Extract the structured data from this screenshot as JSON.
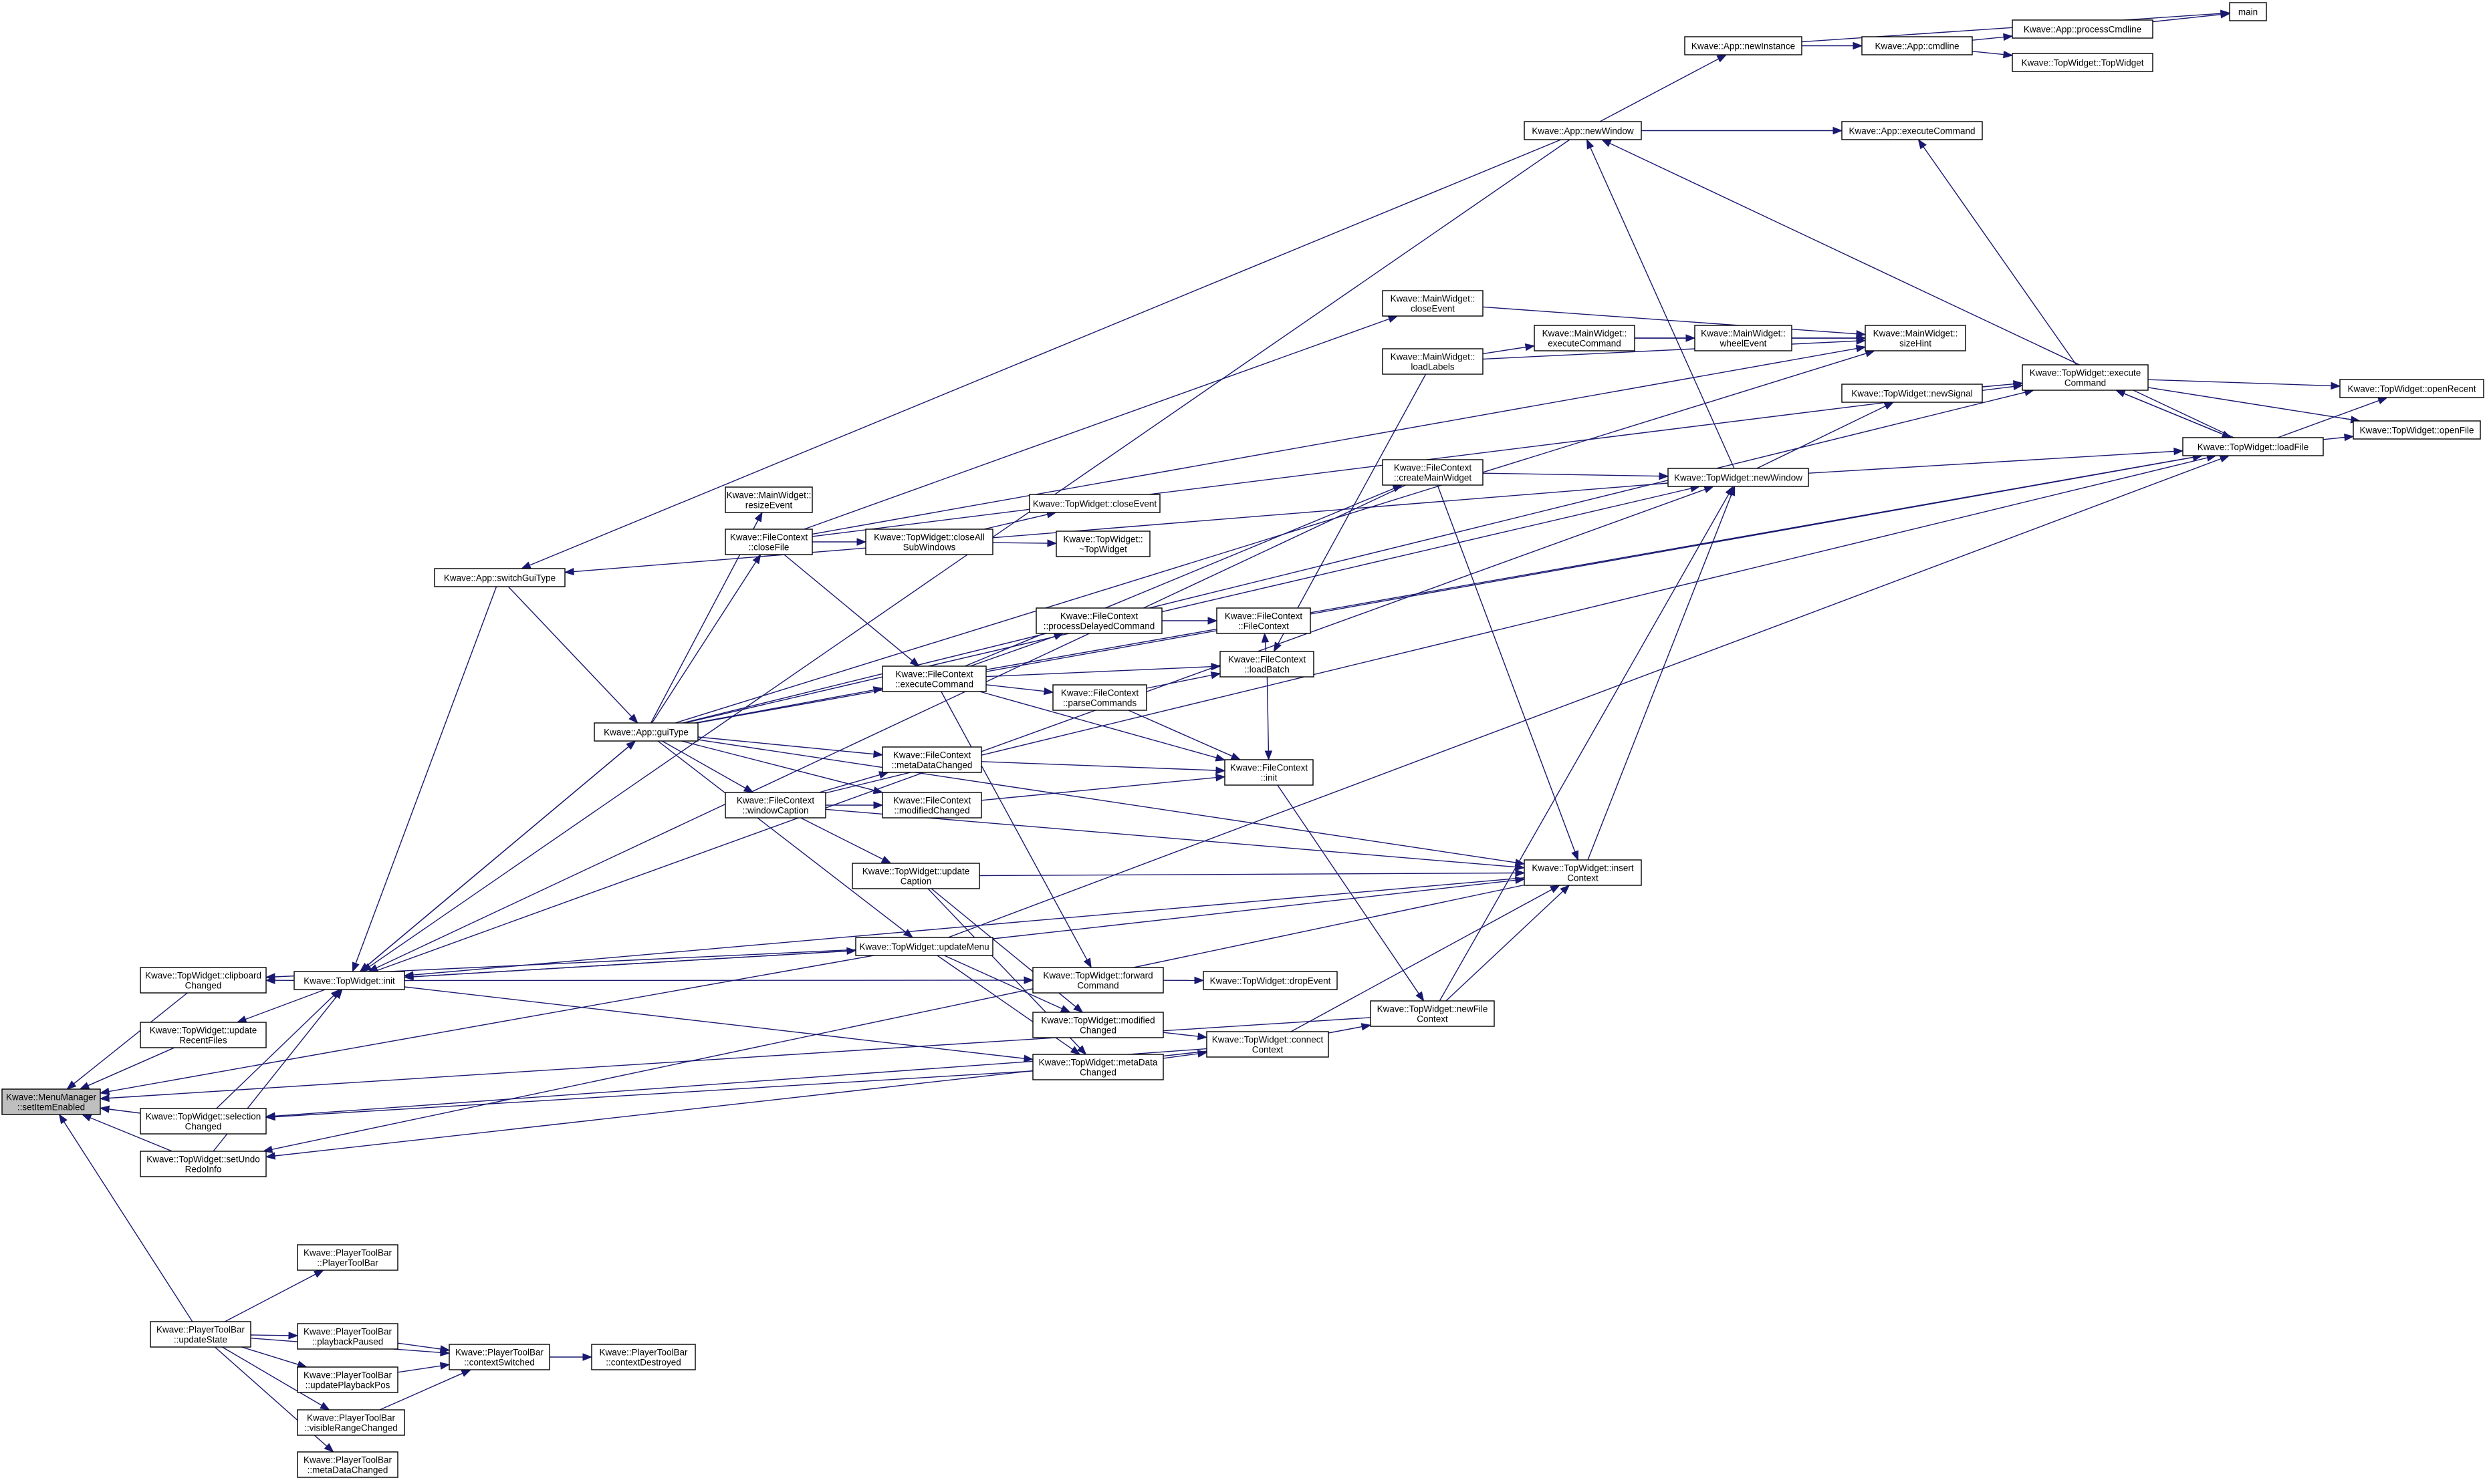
{
  "graph": {
    "colors": {
      "edge": "#191970",
      "node_border": "#000000",
      "highlight_fill": "#bfbfbf",
      "background": "#ffffff"
    },
    "nodes": [
      {
        "id": "n_setItemEnabled",
        "lines": [
          "Kwave::MenuManager",
          "::setItemEnabled"
        ],
        "highlight": true
      },
      {
        "id": "n_clipboardChanged",
        "lines": [
          "Kwave::TopWidget::clipboard",
          "Changed"
        ]
      },
      {
        "id": "n_updateRecentFiles",
        "lines": [
          "Kwave::TopWidget::update",
          "RecentFiles"
        ]
      },
      {
        "id": "n_selectionChanged",
        "lines": [
          "Kwave::TopWidget::selection",
          "Changed"
        ]
      },
      {
        "id": "n_setUndoRedoInfo",
        "lines": [
          "Kwave::TopWidget::setUndo",
          "RedoInfo"
        ]
      },
      {
        "id": "n_ptb_updateState",
        "lines": [
          "Kwave::PlayerToolBar",
          "::updateState"
        ]
      },
      {
        "id": "n_tw_init",
        "lines": [
          "Kwave::TopWidget::init"
        ]
      },
      {
        "id": "n_switchGuiType",
        "lines": [
          "Kwave::App::switchGuiType"
        ]
      },
      {
        "id": "n_guiType",
        "lines": [
          "Kwave::App::guiType"
        ]
      },
      {
        "id": "n_mw_resizeEvent",
        "lines": [
          "Kwave::MainWidget::",
          "resizeEvent"
        ]
      },
      {
        "id": "n_fc_closeFile",
        "lines": [
          "Kwave::FileContext",
          "::closeFile"
        ]
      },
      {
        "id": "n_fc_windowCaption",
        "lines": [
          "Kwave::FileContext",
          "::windowCaption"
        ]
      },
      {
        "id": "n_tw_closeAllSubWindows",
        "lines": [
          "Kwave::TopWidget::closeAll",
          "SubWindows"
        ]
      },
      {
        "id": "n_tw_closeEvent",
        "lines": [
          "Kwave::TopWidget::closeEvent"
        ]
      },
      {
        "id": "n_tw_dtor",
        "lines": [
          "Kwave::TopWidget::",
          "~TopWidget"
        ]
      },
      {
        "id": "n_fc_executeCommand",
        "lines": [
          "Kwave::FileContext",
          "::executeCommand"
        ]
      },
      {
        "id": "n_fc_metaDataChanged",
        "lines": [
          "Kwave::FileContext",
          "::metaDataChanged"
        ]
      },
      {
        "id": "n_fc_modifiedChanged",
        "lines": [
          "Kwave::FileContext",
          "::modifiedChanged"
        ]
      },
      {
        "id": "n_tw_updateCaption",
        "lines": [
          "Kwave::TopWidget::update",
          "Caption"
        ]
      },
      {
        "id": "n_tw_updateMenu",
        "lines": [
          "Kwave::TopWidget::updateMenu"
        ]
      },
      {
        "id": "n_fc_processDelayedCommand",
        "lines": [
          "Kwave::FileContext",
          "::processDelayedCommand"
        ]
      },
      {
        "id": "n_fc_parseCommands",
        "lines": [
          "Kwave::FileContext",
          "::parseCommands"
        ]
      },
      {
        "id": "n_fc_ctor",
        "lines": [
          "Kwave::FileContext",
          "::FileContext"
        ]
      },
      {
        "id": "n_fc_loadBatch",
        "lines": [
          "Kwave::FileContext",
          "::loadBatch"
        ]
      },
      {
        "id": "n_fc_init",
        "lines": [
          "Kwave::FileContext",
          "::init"
        ]
      },
      {
        "id": "n_tw_forwardCommand",
        "lines": [
          "Kwave::TopWidget::forward",
          "Command"
        ]
      },
      {
        "id": "n_tw_dropEvent",
        "lines": [
          "Kwave::TopWidget::dropEvent"
        ]
      },
      {
        "id": "n_tw_modifiedChanged",
        "lines": [
          "Kwave::TopWidget::modified",
          "Changed"
        ]
      },
      {
        "id": "n_tw_metaDataChanged",
        "lines": [
          "Kwave::TopWidget::metaData",
          "Changed"
        ]
      },
      {
        "id": "n_tw_connectContext",
        "lines": [
          "Kwave::TopWidget::connect",
          "Context"
        ]
      },
      {
        "id": "n_tw_newFileContext",
        "lines": [
          "Kwave::TopWidget::newFile",
          "Context"
        ]
      },
      {
        "id": "n_tw_insertContext",
        "lines": [
          "Kwave::TopWidget::insert",
          "Context"
        ]
      },
      {
        "id": "n_mw_closeEvent",
        "lines": [
          "Kwave::MainWidget::",
          "closeEvent"
        ]
      },
      {
        "id": "n_mw_loadLabels",
        "lines": [
          "Kwave::MainWidget::",
          "loadLabels"
        ]
      },
      {
        "id": "n_mw_executeCommand",
        "lines": [
          "Kwave::MainWidget::",
          "executeCommand"
        ]
      },
      {
        "id": "n_mw_wheelEvent",
        "lines": [
          "Kwave::MainWidget::",
          "wheelEvent"
        ]
      },
      {
        "id": "n_mw_sizeHint",
        "lines": [
          "Kwave::MainWidget::",
          "sizeHint"
        ]
      },
      {
        "id": "n_fc_createMainWidget",
        "lines": [
          "Kwave::FileContext",
          "::createMainWidget"
        ]
      },
      {
        "id": "n_tw_newWindow",
        "lines": [
          "Kwave::TopWidget::newWindow"
        ]
      },
      {
        "id": "n_tw_newSignal",
        "lines": [
          "Kwave::TopWidget::newSignal"
        ]
      },
      {
        "id": "n_tw_executeCommand",
        "lines": [
          "Kwave::TopWidget::execute",
          "Command"
        ]
      },
      {
        "id": "n_tw_loadFile",
        "lines": [
          "Kwave::TopWidget::loadFile"
        ]
      },
      {
        "id": "n_tw_openRecent",
        "lines": [
          "Kwave::TopWidget::openRecent"
        ]
      },
      {
        "id": "n_tw_openFile",
        "lines": [
          "Kwave::TopWidget::openFile"
        ]
      },
      {
        "id": "n_app_newWindow",
        "lines": [
          "Kwave::App::newWindow"
        ]
      },
      {
        "id": "n_app_executeCommand",
        "lines": [
          "Kwave::App::executeCommand"
        ]
      },
      {
        "id": "n_app_newInstance",
        "lines": [
          "Kwave::App::newInstance"
        ]
      },
      {
        "id": "n_app_cmdline",
        "lines": [
          "Kwave::App::cmdline"
        ]
      },
      {
        "id": "n_app_processCmdline",
        "lines": [
          "Kwave::App::processCmdline"
        ]
      },
      {
        "id": "n_tw_ctor",
        "lines": [
          "Kwave::TopWidget::TopWidget"
        ]
      },
      {
        "id": "n_main",
        "lines": [
          "main"
        ]
      },
      {
        "id": "n_ptb_ctor",
        "lines": [
          "Kwave::PlayerToolBar",
          "::PlayerToolBar"
        ]
      },
      {
        "id": "n_ptb_playbackPaused",
        "lines": [
          "Kwave::PlayerToolBar",
          "::playbackPaused"
        ]
      },
      {
        "id": "n_ptb_updatePlaybackPos",
        "lines": [
          "Kwave::PlayerToolBar",
          "::updatePlaybackPos"
        ]
      },
      {
        "id": "n_ptb_visibleRangeChanged",
        "lines": [
          "Kwave::PlayerToolBar",
          "::visibleRangeChanged"
        ]
      },
      {
        "id": "n_ptb_metaDataChanged",
        "lines": [
          "Kwave::PlayerToolBar",
          "::metaDataChanged"
        ]
      },
      {
        "id": "n_ptb_contextSwitched",
        "lines": [
          "Kwave::PlayerToolBar",
          "::contextSwitched"
        ]
      },
      {
        "id": "n_ptb_contextDestroyed",
        "lines": [
          "Kwave::PlayerToolBar",
          "::contextDestroyed"
        ]
      }
    ],
    "edges": [
      [
        "n_clipboardChanged",
        "n_setItemEnabled"
      ],
      [
        "n_updateRecentFiles",
        "n_setItemEnabled"
      ],
      [
        "n_selectionChanged",
        "n_setItemEnabled"
      ],
      [
        "n_setUndoRedoInfo",
        "n_setItemEnabled"
      ],
      [
        "n_ptb_updateState",
        "n_setItemEnabled"
      ],
      [
        "n_tw_updateMenu",
        "n_setItemEnabled"
      ],
      [
        "n_tw_newFileContext",
        "n_setItemEnabled"
      ],
      [
        "n_tw_init",
        "n_clipboardChanged"
      ],
      [
        "n_tw_updateMenu",
        "n_clipboardChanged"
      ],
      [
        "n_tw_init",
        "n_updateRecentFiles"
      ],
      [
        "n_tw_connectContext",
        "n_selectionChanged"
      ],
      [
        "n_tw_metaDataChanged",
        "n_selectionChanged"
      ],
      [
        "n_tw_connectContext",
        "n_setUndoRedoInfo"
      ],
      [
        "n_tw_insertContext",
        "n_setUndoRedoInfo"
      ],
      [
        "n_guiType",
        "n_tw_init"
      ],
      [
        "n_switchGuiType",
        "n_tw_init"
      ],
      [
        "n_app_newWindow",
        "n_tw_init"
      ],
      [
        "n_fc_createMainWidget",
        "n_tw_init"
      ],
      [
        "n_tw_insertContext",
        "n_tw_init"
      ],
      [
        "n_selectionChanged",
        "n_tw_init"
      ],
      [
        "n_setUndoRedoInfo",
        "n_tw_init"
      ],
      [
        "n_tw_updateMenu",
        "n_tw_init"
      ],
      [
        "n_tw_init",
        "n_tw_updateMenu"
      ],
      [
        "n_tw_init",
        "n_tw_forwardCommand"
      ],
      [
        "n_tw_init",
        "n_tw_metaDataChanged"
      ],
      [
        "n_tw_init",
        "n_tw_newWindow"
      ],
      [
        "n_app_newWindow",
        "n_switchGuiType"
      ],
      [
        "n_tw_newWindow",
        "n_switchGuiType"
      ],
      [
        "n_switchGuiType",
        "n_guiType"
      ],
      [
        "n_tw_init",
        "n_guiType"
      ],
      [
        "n_guiType",
        "n_mw_resizeEvent"
      ],
      [
        "n_guiType",
        "n_fc_closeFile"
      ],
      [
        "n_guiType",
        "n_fc_windowCaption"
      ],
      [
        "n_guiType",
        "n_fc_metaDataChanged"
      ],
      [
        "n_guiType",
        "n_fc_modifiedChanged"
      ],
      [
        "n_guiType",
        "n_tw_updateMenu"
      ],
      [
        "n_guiType",
        "n_fc_executeCommand"
      ],
      [
        "n_guiType",
        "n_tw_executeCommand"
      ],
      [
        "n_guiType",
        "n_tw_loadFile"
      ],
      [
        "n_guiType",
        "n_tw_insertContext"
      ],
      [
        "n_guiType",
        "n_tw_newWindow"
      ],
      [
        "n_guiType",
        "n_mw_sizeHint"
      ],
      [
        "n_fc_closeFile",
        "n_tw_closeAllSubWindows"
      ],
      [
        "n_tw_closeAllSubWindows",
        "n_tw_closeEvent"
      ],
      [
        "n_tw_closeAllSubWindows",
        "n_tw_dtor"
      ],
      [
        "n_fc_closeFile",
        "n_fc_executeCommand"
      ],
      [
        "n_fc_closeFile",
        "n_mw_closeEvent"
      ],
      [
        "n_fc_closeFile",
        "n_mw_sizeHint"
      ],
      [
        "n_fc_closeFile",
        "n_tw_executeCommand"
      ],
      [
        "n_fc_windowCaption",
        "n_fc_metaDataChanged"
      ],
      [
        "n_fc_windowCaption",
        "n_fc_modifiedChanged"
      ],
      [
        "n_fc_windowCaption",
        "n_tw_updateCaption"
      ],
      [
        "n_fc_windowCaption",
        "n_tw_insertContext"
      ],
      [
        "n_fc_windowCaption",
        "n_tw_loadFile"
      ],
      [
        "n_fc_executeCommand",
        "n_fc_processDelayedCommand"
      ],
      [
        "n_fc_executeCommand",
        "n_fc_parseCommands"
      ],
      [
        "n_fc_executeCommand",
        "n_fc_loadBatch"
      ],
      [
        "n_fc_executeCommand",
        "n_fc_init"
      ],
      [
        "n_fc_executeCommand",
        "n_tw_forwardCommand"
      ],
      [
        "n_fc_executeCommand",
        "n_fc_createMainWidget"
      ],
      [
        "n_fc_executeCommand",
        "n_tw_loadFile"
      ],
      [
        "n_fc_processDelayedCommand",
        "n_fc_ctor"
      ],
      [
        "n_fc_parseCommands",
        "n_fc_loadBatch"
      ],
      [
        "n_fc_parseCommands",
        "n_fc_init"
      ],
      [
        "n_fc_loadBatch",
        "n_fc_ctor"
      ],
      [
        "n_fc_loadBatch",
        "n_fc_init"
      ],
      [
        "n_fc_metaDataChanged",
        "n_fc_init"
      ],
      [
        "n_fc_modifiedChanged",
        "n_fc_init"
      ],
      [
        "n_fc_init",
        "n_tw_newFileContext"
      ],
      [
        "n_tw_updateCaption",
        "n_tw_modifiedChanged"
      ],
      [
        "n_tw_updateCaption",
        "n_tw_metaDataChanged"
      ],
      [
        "n_tw_updateCaption",
        "n_tw_insertContext"
      ],
      [
        "n_tw_updateMenu",
        "n_tw_modifiedChanged"
      ],
      [
        "n_tw_updateMenu",
        "n_tw_metaDataChanged"
      ],
      [
        "n_tw_updateMenu",
        "n_tw_insertContext"
      ],
      [
        "n_tw_updateMenu",
        "n_tw_loadFile"
      ],
      [
        "n_tw_forwardCommand",
        "n_tw_dropEvent"
      ],
      [
        "n_tw_modifiedChanged",
        "n_tw_connectContext"
      ],
      [
        "n_tw_metaDataChanged",
        "n_tw_connectContext"
      ],
      [
        "n_tw_connectContext",
        "n_tw_newFileContext"
      ],
      [
        "n_tw_connectContext",
        "n_tw_insertContext"
      ],
      [
        "n_tw_newFileContext",
        "n_tw_insertContext"
      ],
      [
        "n_tw_newFileContext",
        "n_tw_newWindow"
      ],
      [
        "n_fc_createMainWidget",
        "n_tw_insertContext"
      ],
      [
        "n_fc_createMainWidget",
        "n_tw_newWindow"
      ],
      [
        "n_tw_insertContext",
        "n_tw_newWindow"
      ],
      [
        "n_mw_loadLabels",
        "n_fc_loadBatch"
      ],
      [
        "n_mw_loadLabels",
        "n_mw_executeCommand"
      ],
      [
        "n_mw_loadLabels",
        "n_mw_sizeHint"
      ],
      [
        "n_mw_executeCommand",
        "n_mw_wheelEvent"
      ],
      [
        "n_mw_executeCommand",
        "n_mw_sizeHint"
      ],
      [
        "n_mw_wheelEvent",
        "n_mw_sizeHint"
      ],
      [
        "n_mw_closeEvent",
        "n_mw_sizeHint"
      ],
      [
        "n_tw_newWindow",
        "n_tw_newSignal"
      ],
      [
        "n_tw_newWindow",
        "n_tw_loadFile"
      ],
      [
        "n_tw_newWindow",
        "n_app_newWindow"
      ],
      [
        "n_tw_newSignal",
        "n_tw_executeCommand"
      ],
      [
        "n_tw_executeCommand",
        "n_tw_loadFile"
      ],
      [
        "n_tw_executeCommand",
        "n_tw_openRecent"
      ],
      [
        "n_tw_executeCommand",
        "n_tw_openFile"
      ],
      [
        "n_tw_executeCommand",
        "n_app_executeCommand"
      ],
      [
        "n_tw_loadFile",
        "n_tw_openRecent"
      ],
      [
        "n_tw_loadFile",
        "n_tw_openFile"
      ],
      [
        "n_tw_loadFile",
        "n_tw_executeCommand"
      ],
      [
        "n_tw_loadFile",
        "n_app_newWindow"
      ],
      [
        "n_app_newWindow",
        "n_app_newInstance"
      ],
      [
        "n_app_newWindow",
        "n_app_executeCommand"
      ],
      [
        "n_app_newInstance",
        "n_app_cmdline"
      ],
      [
        "n_app_newInstance",
        "n_main"
      ],
      [
        "n_app_cmdline",
        "n_app_processCmdline"
      ],
      [
        "n_app_cmdline",
        "n_tw_ctor"
      ],
      [
        "n_app_processCmdline",
        "n_main"
      ],
      [
        "n_ptb_updateState",
        "n_ptb_ctor"
      ],
      [
        "n_ptb_updateState",
        "n_ptb_playbackPaused"
      ],
      [
        "n_ptb_updateState",
        "n_ptb_updatePlaybackPos"
      ],
      [
        "n_ptb_updateState",
        "n_ptb_visibleRangeChanged"
      ],
      [
        "n_ptb_updateState",
        "n_ptb_metaDataChanged"
      ],
      [
        "n_ptb_updateState",
        "n_ptb_contextSwitched"
      ],
      [
        "n_ptb_playbackPaused",
        "n_ptb_contextSwitched"
      ],
      [
        "n_ptb_updatePlaybackPos",
        "n_ptb_contextSwitched"
      ],
      [
        "n_ptb_visibleRangeChanged",
        "n_ptb_contextSwitched"
      ],
      [
        "n_ptb_contextSwitched",
        "n_ptb_contextDestroyed"
      ]
    ]
  }
}
